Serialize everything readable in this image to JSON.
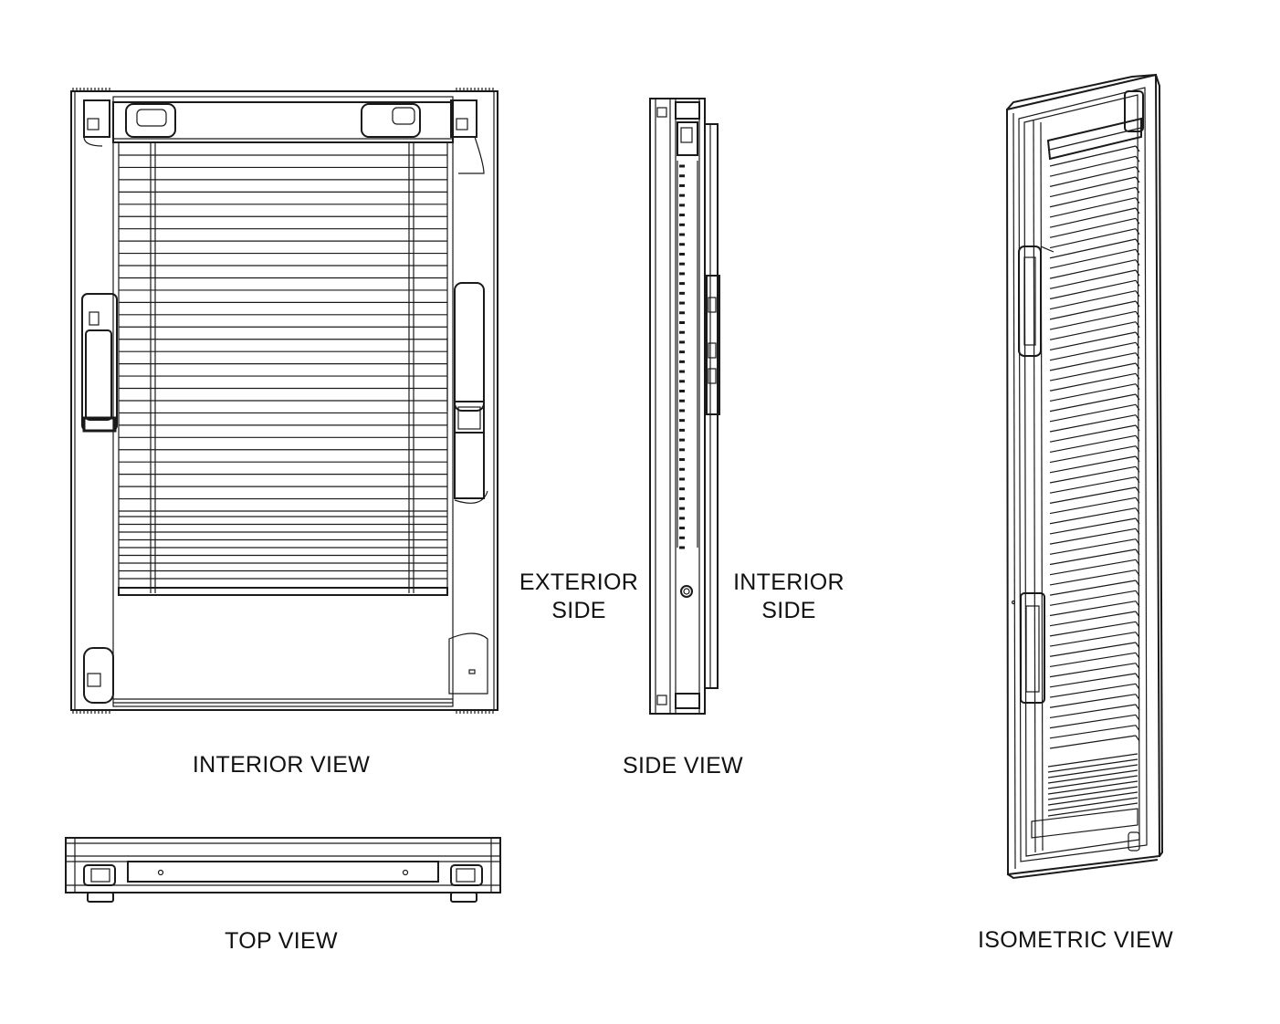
{
  "labels": {
    "interior_view": "INTERIOR VIEW",
    "side_view": "SIDE VIEW",
    "top_view": "TOP VIEW",
    "isometric_view": "ISOMETRIC VIEW",
    "exterior_side": [
      "EXTERIOR",
      "SIDE"
    ],
    "interior_side": [
      "INTERIOR",
      "SIDE"
    ]
  },
  "colors": {
    "line": "#1a1a1a",
    "background": "#ffffff"
  },
  "drawing": {
    "interior_blind_slats": 30,
    "interior_stacked_slats": 9,
    "side_slat_ticks": 40,
    "isometric_slats": 58
  }
}
